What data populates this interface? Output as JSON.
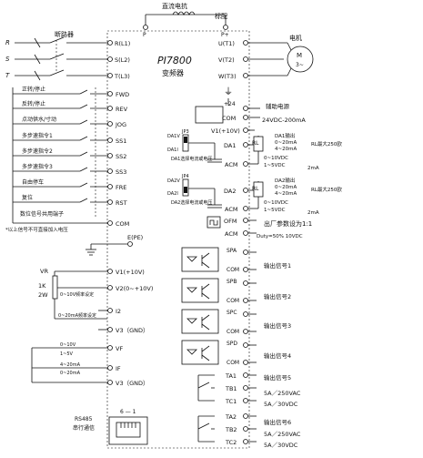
{
  "diagram": {
    "top": {
      "reactor_label": "直流电抗",
      "standard_label": "标配",
      "p_left": "P",
      "p_right": "P+"
    },
    "power": {
      "inputs": [
        "R",
        "S",
        "T"
      ],
      "breaker_label": "断路器",
      "terminals_left": [
        "R(L1)",
        "S(L2)",
        "T(L3)"
      ],
      "terminals_right": [
        "U(T1)",
        "V(T2)",
        "W(T3)"
      ],
      "motor_label": "电机",
      "motor_symbol_m": "M",
      "motor_symbol_phase": "3~"
    },
    "center": {
      "model": "PI7800",
      "subtitle": "变频器"
    },
    "digital_inputs": [
      {
        "label": "正转/停止",
        "terminal": "FWD"
      },
      {
        "label": "反转/停止",
        "terminal": "REV"
      },
      {
        "label": "点动供水/寸动",
        "terminal": "JOG"
      },
      {
        "label": "多步速指令1",
        "terminal": "SS1"
      },
      {
        "label": "多步速指令2",
        "terminal": "SS2"
      },
      {
        "label": "多步速指令3",
        "terminal": "SS3"
      },
      {
        "label": "自由停车",
        "terminal": "FRE"
      },
      {
        "label": "复位",
        "terminal": "RST"
      },
      {
        "label": "数位信号共用端子",
        "terminal": "COM"
      }
    ],
    "di_note": "*以上信号不可直接加入电压",
    "ground_terminal": "E(PE)",
    "analog_inputs": {
      "vr_label": "VR",
      "pot_value1": "1K",
      "pot_value2": "2W",
      "v1": "V1(+10V)",
      "v2": "V2(0~+10V)",
      "v2_note": "0~10V频率设定",
      "i2": "I2",
      "i2_note": "0~20mA频率设定",
      "v3": "V3（GND）",
      "vf": "VF",
      "vf_note1": "0~10V",
      "vf_note2": "1~5V",
      "if": "IF",
      "if_note1": "4~20mA",
      "if_note2": "0~20mA",
      "v3b": "V3（GND）"
    },
    "rs485": {
      "label1": "RS485",
      "label2": "串行通信",
      "pin_label": "6 — 1"
    },
    "right_side": {
      "ground_symbol": "⏚",
      "plus24": "+24",
      "com": "COM",
      "aux_supply": "辅助电源",
      "aux_spec": "24VDC-200mA",
      "v1_out": "V1(+10V)",
      "jp3": "JP3",
      "da1v": "DA1V",
      "da1i": "DA1I",
      "da1": "DA1",
      "acm1": "ACM",
      "da1_jumper_note": "DA1选择电流或电压",
      "rl1": "RL",
      "da1_spec": [
        "DA1输出",
        "0~20mA",
        "4~20mA",
        "0~10VDC",
        "1~5VDC"
      ],
      "da1_2ma": "2mA",
      "rl1_max": "RL最大250欧",
      "jp4": "JP4",
      "da2v": "DA2V",
      "da2i": "DA2I",
      "da2": "DA2",
      "acm2": "ACM",
      "da2_jumper_note": "DA2选择电流或电压",
      "rl2": "RL",
      "da2_spec": [
        "DA2输出",
        "0~20mA",
        "4~20mA",
        "0~10VDC",
        "1~5VDC"
      ],
      "da2_2ma": "2mA",
      "rl2_max": "RL最大250欧",
      "ofm": "OFM",
      "acm3": "ACM",
      "ofm_note": "出厂参数设为1:1",
      "duty_note": "Duty=50%  10VDC",
      "outputs": [
        {
          "terminal": "SPA",
          "com": "COM",
          "label": "输出信号1"
        },
        {
          "terminal": "SPB",
          "com": "COM",
          "label": "输出信号2"
        },
        {
          "terminal": "SPC",
          "com": "COM",
          "label": "输出信号3"
        },
        {
          "terminal": "SPD",
          "com": "COM",
          "label": "输出信号4"
        }
      ],
      "relay1": {
        "terminals": [
          "TA1",
          "TB1",
          "TC1"
        ],
        "label": "输出信号5",
        "spec1": "5A／250VAC",
        "spec2": "5A／30VDC"
      },
      "relay2": {
        "terminals": [
          "TA2",
          "TB2",
          "TC2"
        ],
        "label": "输出信号6",
        "spec1": "5A／250VAC",
        "spec2": "5A／30VDC"
      }
    }
  }
}
